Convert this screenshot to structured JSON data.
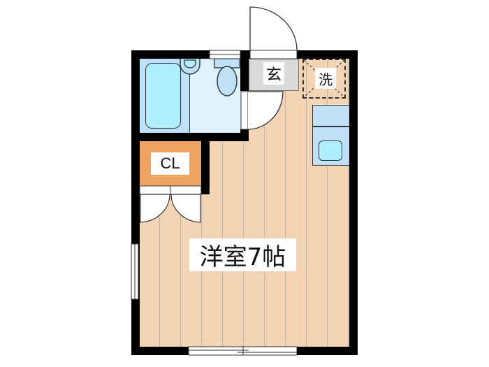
{
  "floor_plan": {
    "rooms": {
      "western_room": {
        "label": "洋室7帖",
        "name": "Western-style room",
        "size_jo": 7
      },
      "closet": {
        "label": "CL"
      },
      "entrance": {
        "label": "玄"
      },
      "laundry": {
        "label": "洗"
      },
      "bathroom": {
        "label": ""
      },
      "toilet": {
        "label": ""
      },
      "kitchen": {
        "label": ""
      }
    },
    "colors": {
      "wall": "#000000",
      "floor": "#f3d5b5",
      "floor_lines": "#c9b39d",
      "bath_area": "#bfe0f7",
      "bathtub": "#aeeeff",
      "toilet_area": "#def1fd",
      "entrance": "#d9d9d9",
      "closet": "#f0a464",
      "kitchen": "#bfe0f7"
    }
  }
}
